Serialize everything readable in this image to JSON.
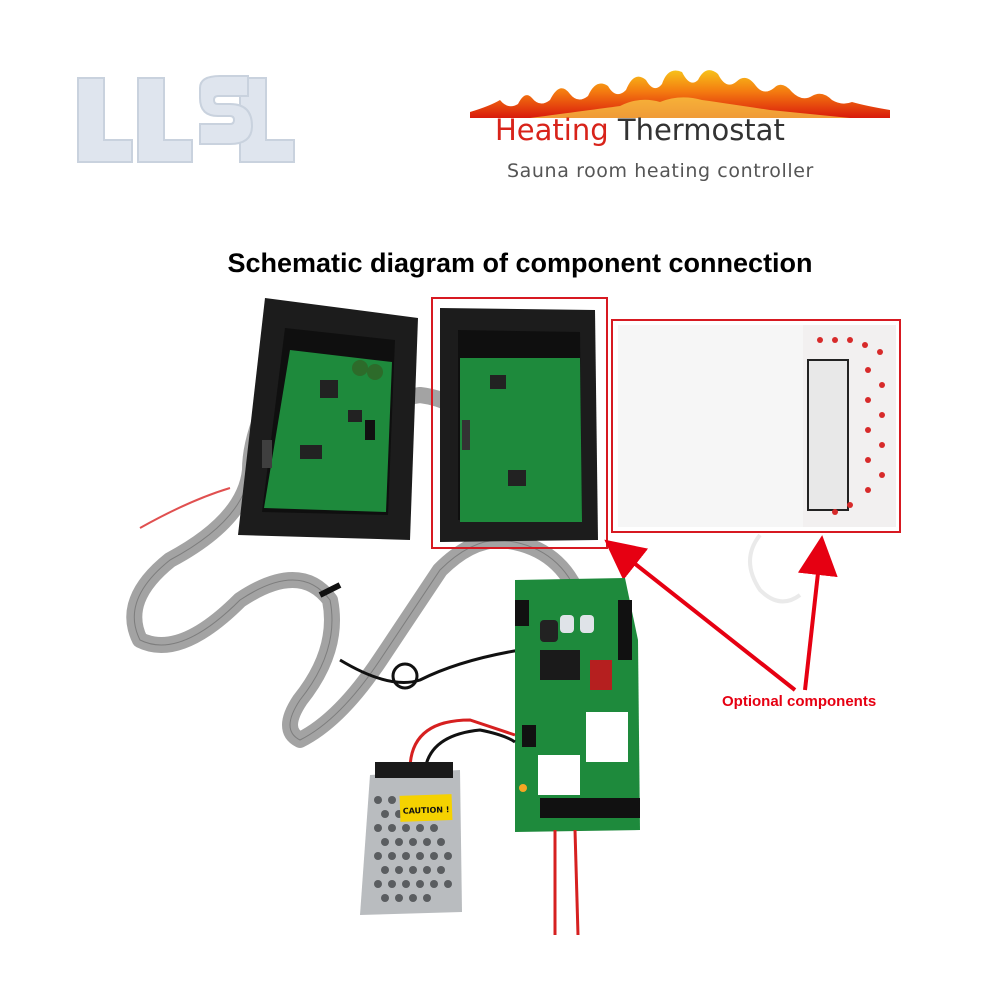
{
  "brand": {
    "logo_text": "LLSL",
    "title_word1": "Heating",
    "title_word2": "Thermostat",
    "subtitle": "Sauna room heating controller"
  },
  "heading": "Schematic diagram of component connection",
  "callout": {
    "label": "Optional components",
    "color": "#e60012"
  },
  "components": {
    "panel_left": "control panel enclosure with green PCB",
    "panel_middle": "display panel enclosure with green PCB",
    "panel_overlay": "front membrane panel",
    "main_board": "relay control board",
    "power_supply": "switching power supply",
    "power_supply_sticker": "CAUTION !"
  },
  "colors": {
    "brand_red": "#d8231a",
    "pcb_green": "#1e8a3c",
    "enclosure": "#1c1c1c",
    "ribbon": "#9a9a9a"
  }
}
